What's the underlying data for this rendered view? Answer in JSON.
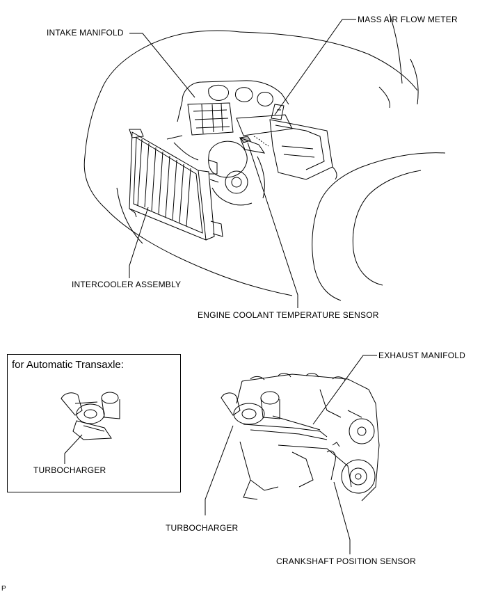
{
  "labels": {
    "intake_manifold": "INTAKE MANIFOLD",
    "mass_air_flow_meter": "MASS AIR FLOW METER",
    "intercooler_assembly": "INTERCOOLER ASSEMBLY",
    "engine_coolant_temperature_sensor": "ENGINE COOLANT TEMPERATURE SENSOR",
    "exhaust_manifold": "EXHAUST MANIFOLD",
    "turbocharger_main": "TURBOCHARGER",
    "crankshaft_position_sensor": "CRANKSHAFT POSITION SENSOR"
  },
  "inset": {
    "title": "for Automatic Transaxle:",
    "turbocharger": "TURBOCHARGER"
  },
  "corner_mark": "P"
}
